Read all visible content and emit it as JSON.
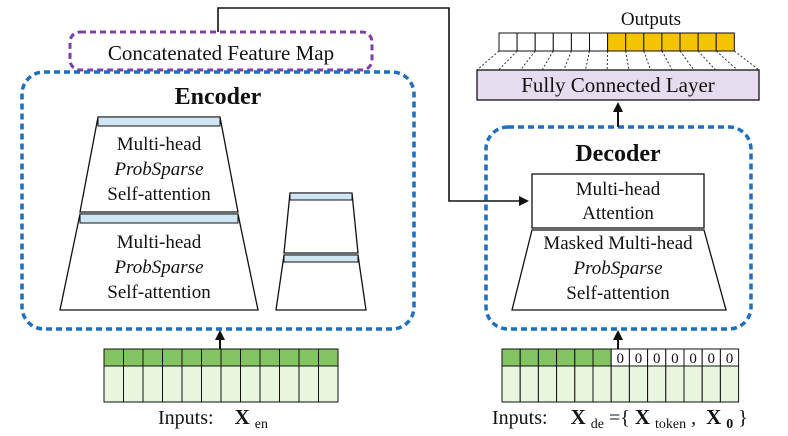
{
  "concat_label": "Concatenated Feature Map",
  "encoder": {
    "title": "Encoder",
    "upper_block": [
      "Multi-head",
      "ProbSparse",
      "Self-attention"
    ],
    "lower_block": [
      "Multi-head",
      "ProbSparse",
      "Self-attention"
    ]
  },
  "decoder": {
    "title": "Decoder",
    "attention_block": [
      "Multi-head",
      "Attention"
    ],
    "masked_block": [
      "Masked Multi-head",
      "ProbSparse",
      "Self-attention"
    ]
  },
  "fc_label": "Fully Connected Layer",
  "outputs_label": "Outputs",
  "encoder_input": {
    "prefix": "Inputs:",
    "symbol": "X",
    "subscript": "en",
    "cells": 12
  },
  "decoder_input": {
    "prefix": "Inputs:",
    "symbol": "X",
    "subscript": "de",
    "equals": "={",
    "token_symbol": "X",
    "token_subscript": "token",
    "comma": ",",
    "zero_symbol": "X",
    "zero_subscript": "0",
    "close": "}",
    "token_cells": 6,
    "zero_cells": 7,
    "zero_digit": "0"
  },
  "output_cells": {
    "plain": 6,
    "highlighted": 7
  },
  "colors": {
    "dashed_blue": "#1f6fbf",
    "dashed_purple": "#7e3fa8",
    "input_green_dark": "#82c462",
    "input_green_light": "#eaf5df",
    "output_yellow": "#f5c400",
    "fc_fill": "#e6dcef",
    "block_bar": "#cfe6f4"
  }
}
